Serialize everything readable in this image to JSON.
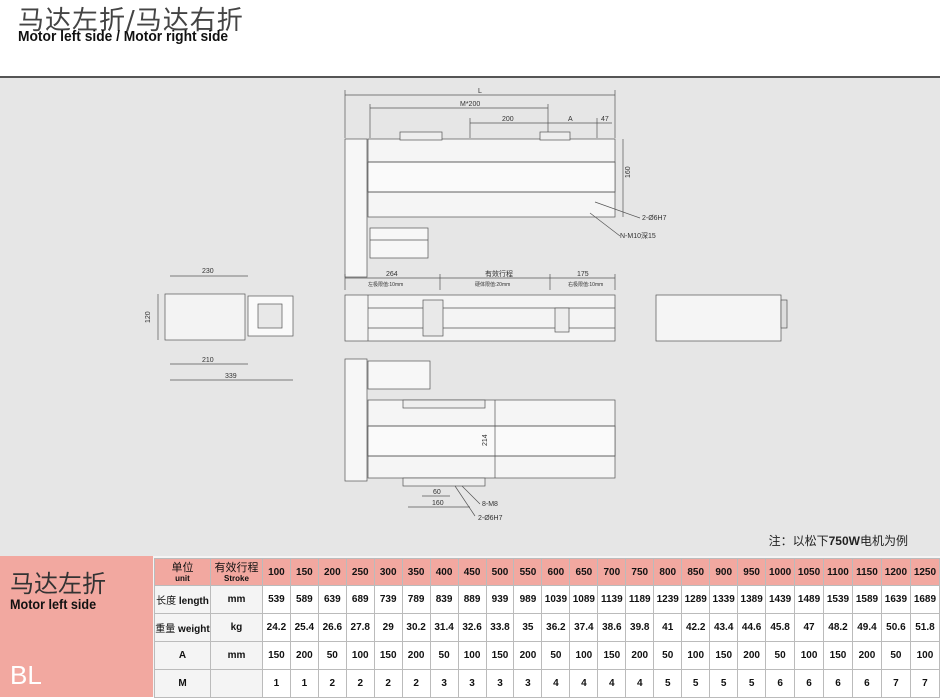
{
  "header": {
    "title_cn": "马达左折/马达右折",
    "title_en": "Motor left side / Motor right side"
  },
  "drawing": {
    "top_view": {
      "dim_L": "L",
      "dim_M": "M*200",
      "dim_200": "200",
      "dim_A": "A",
      "dim_47": "47",
      "dim_160": "160",
      "note_pin": "2-Ø6H7",
      "note_thread": "N-M10深15"
    },
    "end_view": {
      "dim_230": "230",
      "dim_120": "120",
      "dim_210": "210",
      "dim_339": "339"
    },
    "side_view": {
      "dim_264": "264",
      "dim_stroke": "有效行程",
      "dim_175": "175",
      "note_left_limit": "左极限值:10mm",
      "note_hard_limit": "硬体限值:20mm",
      "note_right_limit": "右极限值:10mm"
    },
    "bottom_view": {
      "dim_214": "214",
      "dim_60": "60",
      "dim_160": "160",
      "note_screw": "8-M8",
      "note_pin": "2-Ø6H7"
    }
  },
  "note": {
    "prefix": "注：以松下",
    "bold": "750W",
    "suffix": "电机为例"
  },
  "spec": {
    "title_cn": "马达左折",
    "title_en": "Motor left side",
    "code": "BL",
    "header": {
      "unit_cn": "单位",
      "unit_en": "unit",
      "stroke_cn": "有效行程",
      "stroke_en": "Stroke",
      "strokes": [
        "100",
        "150",
        "200",
        "250",
        "300",
        "350",
        "400",
        "450",
        "500",
        "550",
        "600",
        "650",
        "700",
        "750",
        "800",
        "850",
        "900",
        "950",
        "1000",
        "1050",
        "1100",
        "1150",
        "1200",
        "1250"
      ]
    },
    "rows": [
      {
        "label_cn": "长度",
        "label_en": "length",
        "unit": "mm",
        "values": [
          "539",
          "589",
          "639",
          "689",
          "739",
          "789",
          "839",
          "889",
          "939",
          "989",
          "1039",
          "1089",
          "1139",
          "1189",
          "1239",
          "1289",
          "1339",
          "1389",
          "1439",
          "1489",
          "1539",
          "1589",
          "1639",
          "1689"
        ]
      },
      {
        "label_cn": "重量",
        "label_en": "weight",
        "unit": "kg",
        "values": [
          "24.2",
          "25.4",
          "26.6",
          "27.8",
          "29",
          "30.2",
          "31.4",
          "32.6",
          "33.8",
          "35",
          "36.2",
          "37.4",
          "38.6",
          "39.8",
          "41",
          "42.2",
          "43.4",
          "44.6",
          "45.8",
          "47",
          "48.2",
          "49.4",
          "50.6",
          "51.8"
        ]
      },
      {
        "label_cn": "",
        "label_en": "A",
        "unit": "mm",
        "values": [
          "150",
          "200",
          "50",
          "100",
          "150",
          "200",
          "50",
          "100",
          "150",
          "200",
          "50",
          "100",
          "150",
          "200",
          "50",
          "100",
          "150",
          "200",
          "50",
          "100",
          "150",
          "200",
          "50",
          "100"
        ]
      },
      {
        "label_cn": "",
        "label_en": "M",
        "unit": "",
        "values": [
          "1",
          "1",
          "2",
          "2",
          "2",
          "2",
          "3",
          "3",
          "3",
          "3",
          "4",
          "4",
          "4",
          "4",
          "5",
          "5",
          "5",
          "5",
          "6",
          "6",
          "6",
          "6",
          "7",
          "7"
        ]
      }
    ]
  }
}
